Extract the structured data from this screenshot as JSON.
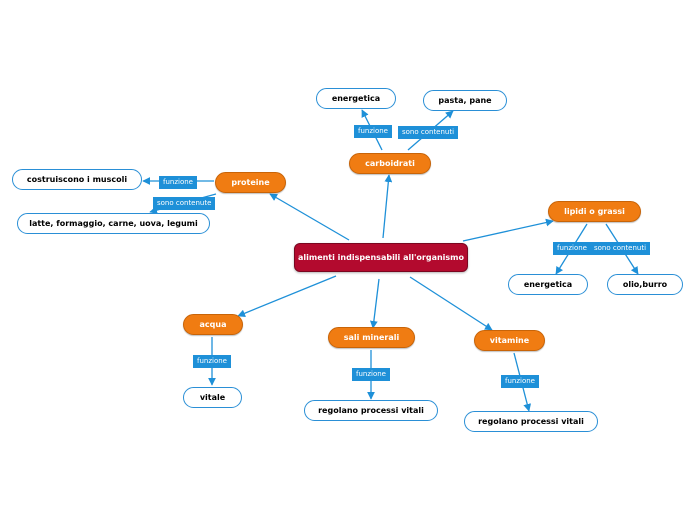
{
  "central": "alimenti indispensabili all'organismo",
  "branches": {
    "carboidrati": {
      "label": "carboidrati",
      "funzione_tag": "funzione",
      "funzione": "energetica",
      "contenuti_tag": "sono contenuti",
      "contenuti": "pasta, pane"
    },
    "proteine": {
      "label": "proteine",
      "funzione_tag": "funzione",
      "funzione": "costruiscono i muscoli",
      "contenute_tag": "sono contenute",
      "contenute": "latte, formaggio, carne, uova, legumi"
    },
    "lipidi": {
      "label": "lipidi o grassi",
      "funzione_tag": "funzione",
      "funzione": "energetica",
      "contenuti_tag": "sono contenuti",
      "contenuti": "olio,burro"
    },
    "acqua": {
      "label": "acqua",
      "funzione_tag": "funzione",
      "funzione": "vitale"
    },
    "sali": {
      "label": "sali minerali",
      "funzione_tag": "funzione",
      "funzione": "regolano processi vitali"
    },
    "vitamine": {
      "label": "vitamine",
      "funzione_tag": "funzione",
      "funzione": "regolano processi vitali"
    }
  },
  "colors": {
    "central": "#b30a2e",
    "branch": "#f07c12",
    "connector": "#1e90d8",
    "leaf_border": "#2a8fd6"
  }
}
